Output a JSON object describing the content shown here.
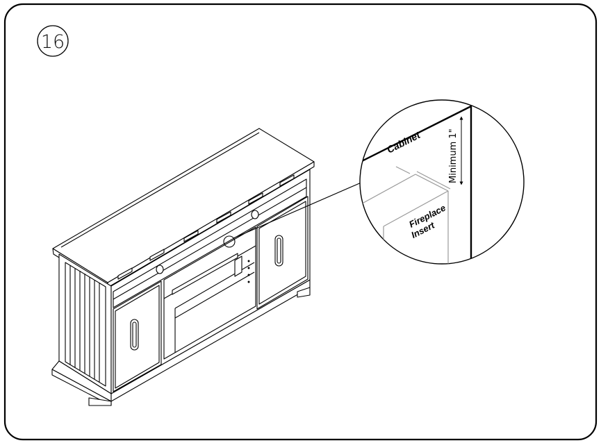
{
  "step": {
    "number": "16"
  },
  "detail": {
    "cabinet_label": "Cabinet",
    "measurement_label": "Minimum 1\"",
    "insert_label_line1": "Fireplace",
    "insert_label_line2": "Insert"
  }
}
